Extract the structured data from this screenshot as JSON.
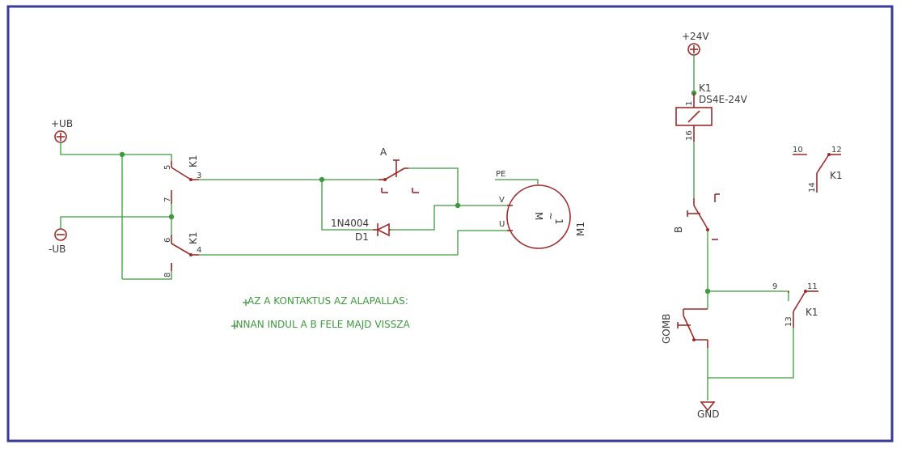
{
  "supplies": {
    "plus_ub": "+UB",
    "minus_ub": "-UB",
    "plus_24v": "+24V",
    "gnd": "GND"
  },
  "relay": {
    "name": "K1",
    "model": "DS4E-24V",
    "coil_pin_top": "1",
    "coil_pin_bottom": "16",
    "contact_top": {
      "name": "K1",
      "common": "5",
      "no": "3",
      "nc": "7"
    },
    "contact_bottom": {
      "name": "K1",
      "common": "6",
      "no": "4",
      "nc": "8"
    },
    "contact_right_top": {
      "name": "K1",
      "pin_a": "10",
      "pin_b": "12",
      "pin_c": "14"
    },
    "contact_right_bottom": {
      "name": "K1",
      "pin_a": "9",
      "pin_b": "11",
      "pin_c": "13"
    }
  },
  "switch_a": "A",
  "switch_b": "B",
  "button": "GOMB",
  "diode": {
    "name": "D1",
    "value": "1N4004"
  },
  "motor": {
    "name": "M1",
    "pin_pe": "PE",
    "pin_v": "V",
    "pin_u": "U",
    "symbol": "M",
    "tilde": "~",
    "phase": "1"
  },
  "notes": {
    "line1": "AZ A KONTAKTUS AZ ALAPALLAS:",
    "line2": "INNAN INDUL A B FELE MAJD VISSZA"
  },
  "colors": {
    "frame": "#3a3a9a",
    "wire": "#3d9a3d",
    "part": "#9e2a2a",
    "text": "#3a3a3a"
  }
}
